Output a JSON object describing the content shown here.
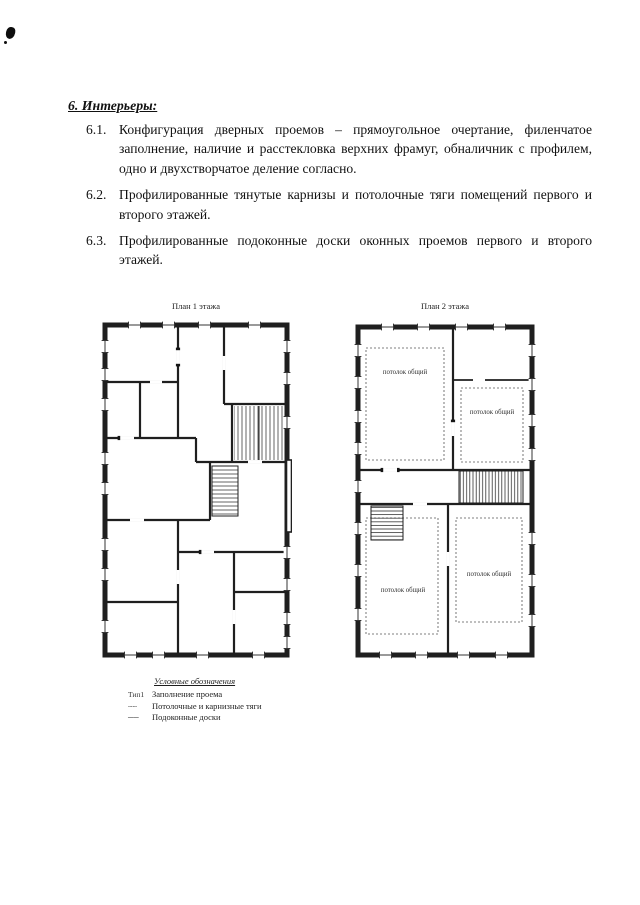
{
  "document": {
    "heading": "6. Интерьеры:",
    "items": [
      {
        "num": "6.1.",
        "text": "Конфигурация дверных проемов – прямоугольное очертание, филенчатое заполнение, наличие и расстекловка верхних фрамуг, обналичник с профилем, одно и двухстворчатое деление согласно."
      },
      {
        "num": "6.2.",
        "text": "Профилированные тянутые карнизы и потолочные тяги помещений первого и второго этажей."
      },
      {
        "num": "6.3.",
        "text": "Профилированные подоконные доски оконных проемов первого и второго этажей."
      }
    ]
  },
  "plans": {
    "plan1": {
      "title": "План 1 этажа"
    },
    "plan2": {
      "title": "План 2 этажа",
      "room_labels": [
        "потолок общий",
        "потолок общий",
        "потолок общий",
        "потолок общий"
      ]
    }
  },
  "legend": {
    "title": "Условные обозначения",
    "items": [
      {
        "symbol": "Тип1",
        "label": "Заполнение проема"
      },
      {
        "symbol": "┄┄",
        "label": "Потолочные и карнизные тяги"
      },
      {
        "symbol": "──",
        "label": "Подоконные доски"
      }
    ]
  }
}
